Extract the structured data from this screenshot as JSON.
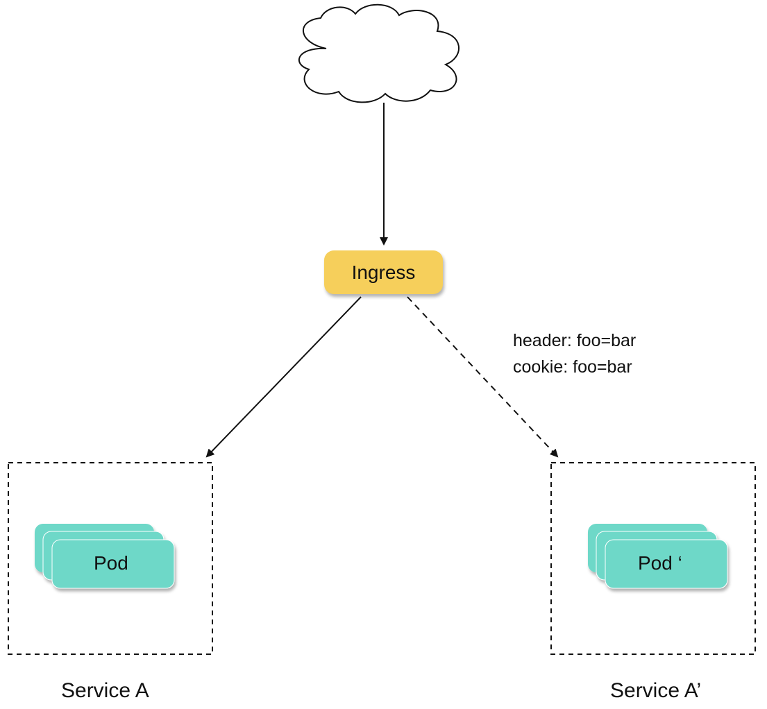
{
  "diagram": {
    "ingress": {
      "label": "Ingress",
      "color": "#f6cf5b"
    },
    "routing_rules": {
      "header": "header: foo=bar",
      "cookie": "cookie: foo=bar"
    },
    "services": [
      {
        "name": "Service A",
        "pod_label": "Pod"
      },
      {
        "name": "Service A’",
        "pod_label": "Pod ‘"
      }
    ],
    "pod_color": "#6ed8c8",
    "edges": [
      {
        "from": "internet",
        "to": "ingress",
        "style": "solid"
      },
      {
        "from": "ingress",
        "to": "Service A",
        "style": "solid"
      },
      {
        "from": "ingress",
        "to": "Service A’",
        "style": "dashed"
      }
    ]
  }
}
